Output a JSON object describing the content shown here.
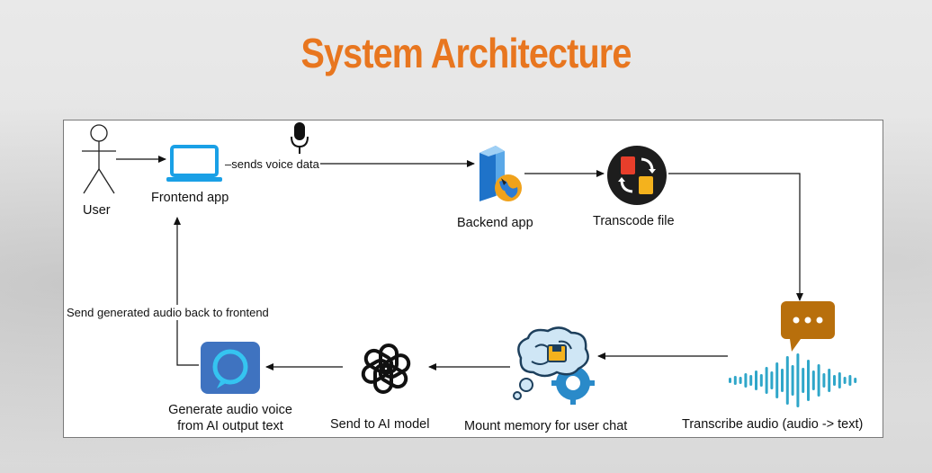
{
  "title": "System Architecture",
  "nodes": {
    "user": "User",
    "frontend": "Frontend app",
    "backend": "Backend app",
    "transcode": "Transcode file",
    "transcribe": "Transcribe audio (audio -> text)",
    "memory": "Mount memory for user chat",
    "ai_model": "Send to AI model",
    "generate_line1": "Generate audio voice",
    "generate_line2": "from AI output text"
  },
  "edges": {
    "voice": "–sends voice data",
    "back": "Send generated audio back to frontend"
  },
  "colors": {
    "title": "#e8761f",
    "laptop": "#1aa0e6",
    "chat_bubble": "#b86f0c",
    "waveform": "#2fa6c9",
    "brain": "#2a8ac9",
    "alexa": "#3f73c0"
  },
  "icons": [
    "stick-figure-icon",
    "laptop-icon",
    "microphone-icon",
    "server-globe-icon",
    "transcode-icon",
    "chat-bubble-icon",
    "waveform-icon",
    "brain-gear-icon",
    "openai-logo-icon",
    "alexa-icon"
  ]
}
